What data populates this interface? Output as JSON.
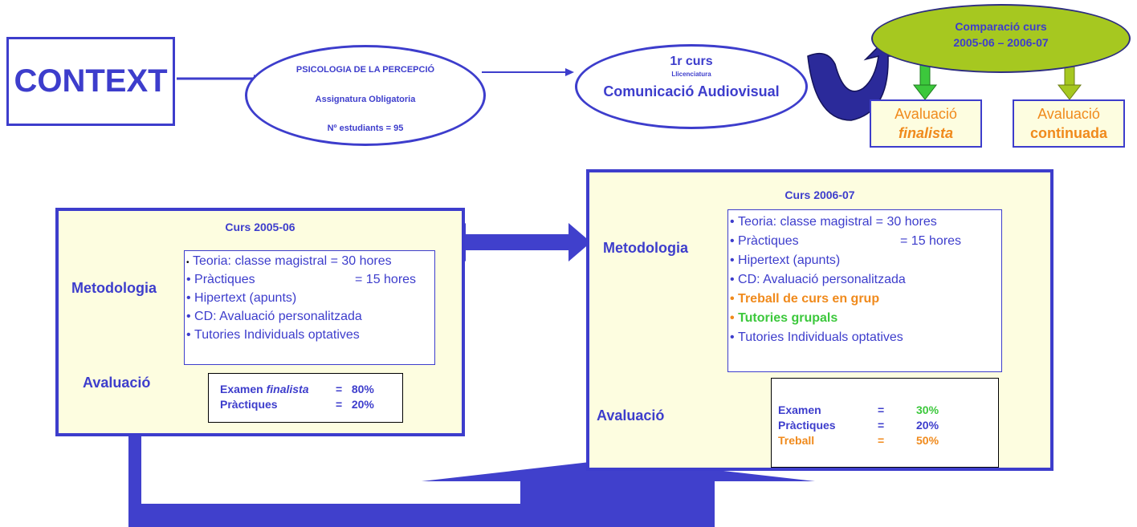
{
  "context": {
    "label": "CONTEXT"
  },
  "subject": {
    "name": "PSICOLOGIA DE LA PERCEPCIÓ",
    "type": "Assignatura Obligatoria",
    "students": "Nº estudiants = 95"
  },
  "course": {
    "year": "1r curs",
    "degree_level": "Llicenciatura",
    "degree": "Comunicació Audiovisual"
  },
  "comparison": {
    "line1": "Comparació curs",
    "line2": "2005-06 – 2006-07"
  },
  "eval_finalista": {
    "line1": "Avaluació",
    "line2": "finalista"
  },
  "eval_continuada": {
    "line1": "Avaluació",
    "line2": "continuada"
  },
  "course_2005": {
    "title": "Curs 2005-06",
    "methodology_label": "Metodologia",
    "evaluation_label": "Avaluació",
    "methods": [
      "Teoria: classe magistral = 30 hores",
      "Pràctiques",
      "Hipertext (apunts)",
      "CD: Avaluació personalitzada",
      "Tutories Individuals optatives"
    ],
    "practiques_hours": "= 15 hores",
    "eval": {
      "exam_label": "Examen",
      "exam_kind": "finalista",
      "exam_value": "=   80%",
      "practiques_label": "Pràctiques",
      "practiques_value": "=   20%"
    }
  },
  "course_2006": {
    "title": "Curs 2006-07",
    "methodology_label": "Metodologia",
    "evaluation_label": "Avaluació",
    "methods": [
      "Teoria: classe magistral = 30 hores",
      "Pràctiques",
      "Hipertext (apunts)",
      "CD: Avaluació personalitzada",
      "Treball de curs en grup",
      "Tutories grupals",
      "Tutories Individuals optatives"
    ],
    "practiques_hours": "= 15 hores",
    "eval": {
      "exam_label": "Examen",
      "exam_eq": "=",
      "exam_pct": "30%",
      "practiques_label": "Pràctiques",
      "practiques_eq": "=",
      "practiques_pct": "20%",
      "treball_label": "Treball",
      "treball_eq": "=",
      "treball_pct": "50%"
    }
  },
  "colors": {
    "primary_blue": "#3d3dcc",
    "panel_fill": "#fdfde0",
    "orange": "#f08a1c",
    "green": "#3cc83c",
    "teal": "#1bc9a5",
    "oval_green": "#a6c820"
  }
}
